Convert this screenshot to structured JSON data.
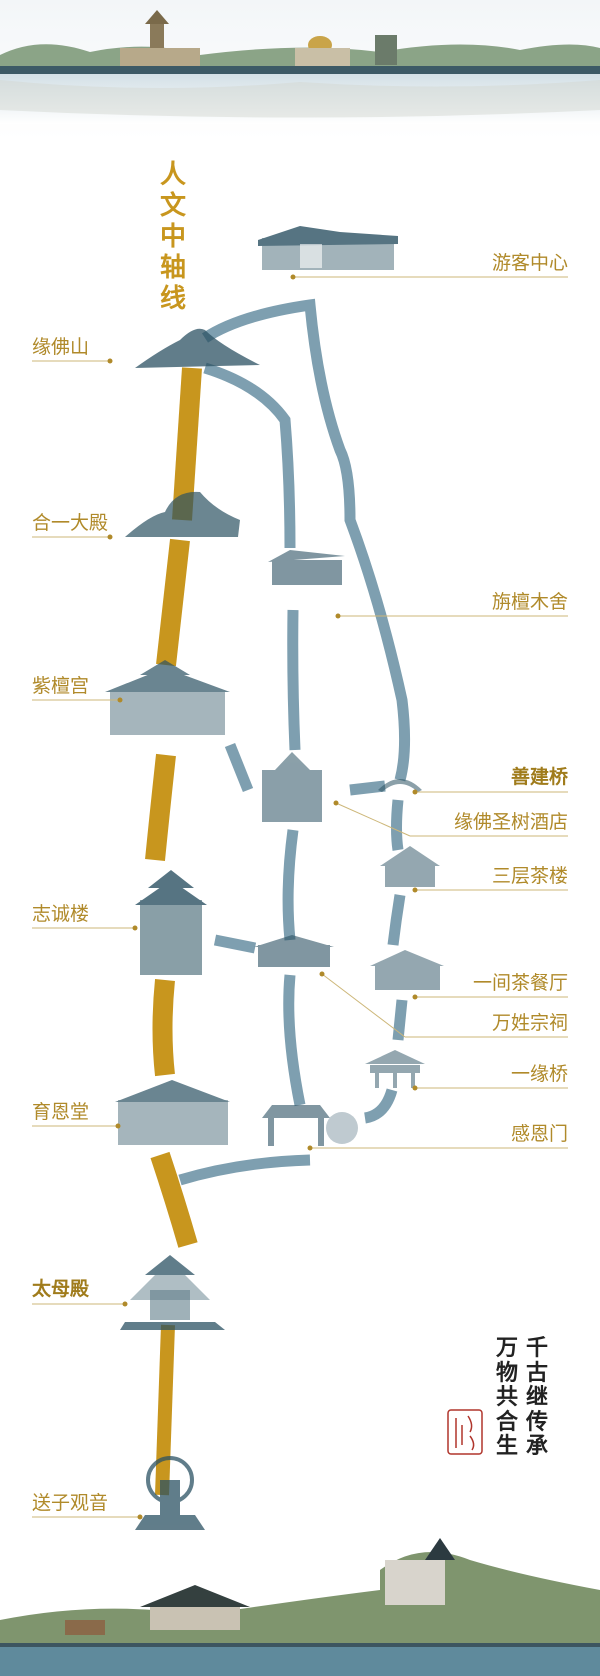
{
  "title": "人文中轴线",
  "colors": {
    "gold": "#c8961e",
    "path_blue": "#7e9fb0",
    "label": "#b08a2a",
    "ink": "#2c5263",
    "seal": "#b0352c"
  },
  "axis_landmarks": [
    {
      "name": "缘佛山",
      "emphasis": false
    },
    {
      "name": "合一大殿",
      "emphasis": false
    },
    {
      "name": "紫檀宫",
      "emphasis": false
    },
    {
      "name": "志诚楼",
      "emphasis": false
    },
    {
      "name": "育恩堂",
      "emphasis": false
    },
    {
      "name": "太母殿",
      "emphasis": true
    },
    {
      "name": "送子观音",
      "emphasis": false
    }
  ],
  "side_landmarks": [
    {
      "name": "游客中心",
      "emphasis": false
    },
    {
      "name": "旃檀木舍",
      "emphasis": false
    },
    {
      "name": "善建桥",
      "emphasis": true
    },
    {
      "name": "缘佛圣树酒店",
      "emphasis": false
    },
    {
      "name": "三层茶楼",
      "emphasis": false
    },
    {
      "name": "一间茶餐厅",
      "emphasis": false
    },
    {
      "name": "万姓宗祠",
      "emphasis": false
    },
    {
      "name": "一缘桥",
      "emphasis": false
    },
    {
      "name": "感恩门",
      "emphasis": false
    }
  ],
  "poem": {
    "right_column": [
      "千",
      "古",
      "继",
      "传",
      "承"
    ],
    "left_column": [
      "万",
      "物",
      "共",
      "合",
      "生"
    ]
  },
  "title_chars": [
    "人",
    "文",
    "中",
    "轴",
    "线"
  ]
}
